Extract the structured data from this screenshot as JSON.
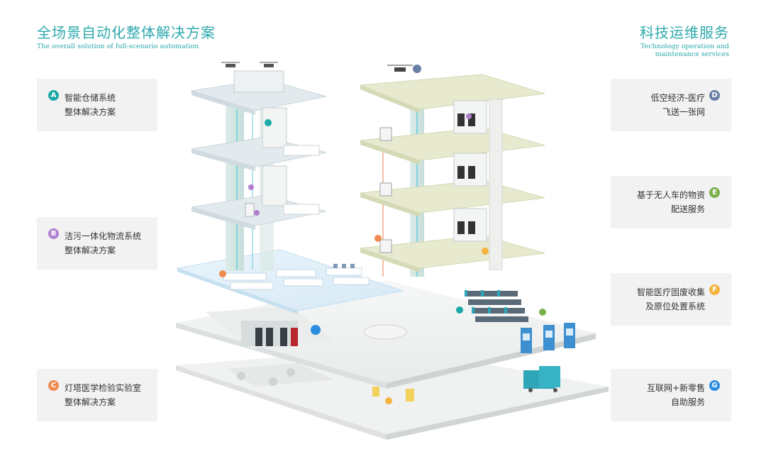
{
  "header_left": {
    "title": "全场景自动化整体解决方案",
    "subtitle": "The overall solution of full-scenario automation"
  },
  "header_right": {
    "title": "科技运维服务",
    "subtitle_line1": "Technology operation and",
    "subtitle_line2": "maintenance services"
  },
  "left_cards": [
    {
      "badge": "A",
      "color": "#1aa9a6",
      "line1": "智能仓储系统",
      "line2": "整体解决方案"
    },
    {
      "badge": "B",
      "color": "#b07fcf",
      "line1": "洁污一体化物流系统",
      "line2": "整体解决方案"
    },
    {
      "badge": "C",
      "color": "#ee8a4f",
      "line1": "灯塔医学检验实验室",
      "line2": "整体解决方案"
    }
  ],
  "right_cards": [
    {
      "badge": "D",
      "color": "#6a7fa6",
      "line1": "低空经济-医疗",
      "line2": "飞送一张网"
    },
    {
      "badge": "E",
      "color": "#7ab04c",
      "line1": "基于无人车的物资",
      "line2": "配送服务"
    },
    {
      "badge": "F",
      "color": "#f3b33d",
      "line1": "智能医疗固废收集",
      "line2": "及原位处置系统"
    },
    {
      "badge": "G",
      "color": "#2a8ee0",
      "line1": "互联网+新零售",
      "line2": "自助服务"
    }
  ],
  "scene_markers": [
    "A",
    "B",
    "C",
    "D",
    "E",
    "F",
    "G"
  ]
}
